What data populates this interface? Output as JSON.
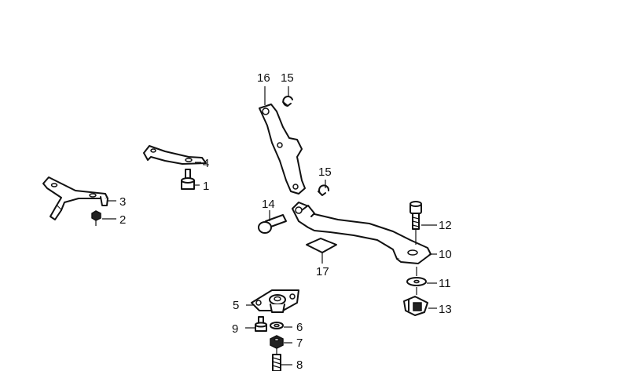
{
  "callouts": [
    {
      "id": "c1",
      "label": "1"
    },
    {
      "id": "c2",
      "label": "2"
    },
    {
      "id": "c3",
      "label": "3"
    },
    {
      "id": "c4",
      "label": "4"
    },
    {
      "id": "c5",
      "label": "5"
    },
    {
      "id": "c6",
      "label": "6"
    },
    {
      "id": "c7",
      "label": "7"
    },
    {
      "id": "c8",
      "label": "8"
    },
    {
      "id": "c9",
      "label": "9"
    },
    {
      "id": "c10",
      "label": "10"
    },
    {
      "id": "c11",
      "label": "11"
    },
    {
      "id": "c12",
      "label": "12"
    },
    {
      "id": "c13",
      "label": "13"
    },
    {
      "id": "c14",
      "label": "14"
    },
    {
      "id": "c15a",
      "label": "15"
    },
    {
      "id": "c15b",
      "label": "15"
    },
    {
      "id": "c16",
      "label": "16"
    },
    {
      "id": "c17",
      "label": "17"
    }
  ]
}
